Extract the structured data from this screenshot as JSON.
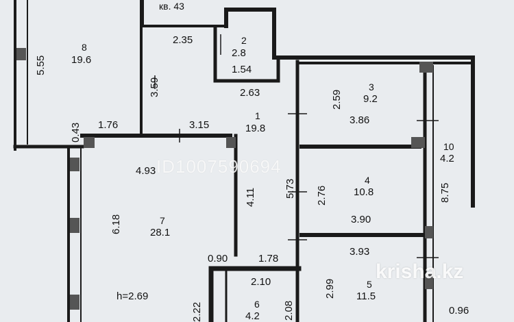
{
  "header": {
    "apartment": "кв. 43"
  },
  "rooms": [
    {
      "num": "8",
      "area": "19.6"
    },
    {
      "num": "2",
      "area": "2.8"
    },
    {
      "num": "1",
      "area": "19.8"
    },
    {
      "num": "3",
      "area": "9.2"
    },
    {
      "num": "10",
      "area": "4.2"
    },
    {
      "num": "4",
      "area": "10.8"
    },
    {
      "num": "7",
      "area": "28.1"
    },
    {
      "num": "5",
      "area": "11.5"
    },
    {
      "num": "6",
      "area": "4.2"
    }
  ],
  "dimensions": {
    "d_5_55": "5.55",
    "d_2_35": "2.35",
    "d_1_54": "1.54",
    "d_3_59": "3.59",
    "d_2_63": "2.63",
    "d_2_59": "2.59",
    "d_3_86": "3.86",
    "d_0_43": "0.43",
    "d_1_76": "1.76",
    "d_3_15": "3.15",
    "d_4_93": "4.93",
    "d_5_73": "5.73",
    "d_4_11": "4.11",
    "d_2_76": "2.76",
    "d_3_90": "3.90",
    "d_8_75": "8.75",
    "d_6_18": "6.18",
    "d_0_90": "0.90",
    "d_1_78": "1.78",
    "d_3_93": "3.93",
    "d_2_10": "2.10",
    "d_2_99": "2.99",
    "d_h_2_69": "h=2.69",
    "d_2_22": "2.22",
    "d_2_08": "2.08",
    "d_0_96": "0.96"
  },
  "watermarks": {
    "id": "ID1007590694",
    "site": "krisha.kz"
  }
}
